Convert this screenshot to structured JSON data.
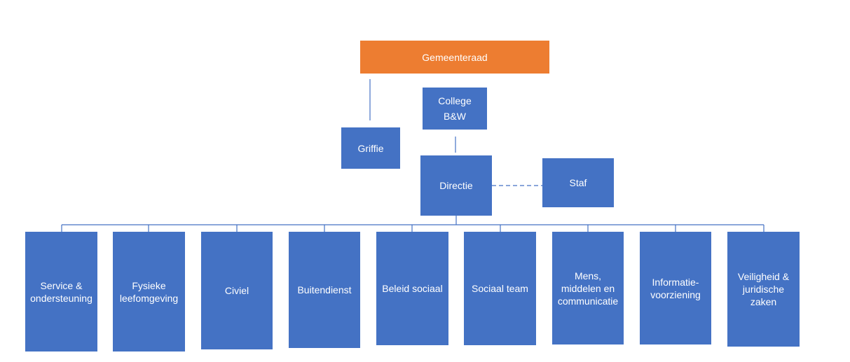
{
  "top": {
    "label": "Gemeenteraad",
    "color": "#ed7d31"
  },
  "college": {
    "label": "College\nB&W"
  },
  "griffie": {
    "label": "Griffie"
  },
  "directie": {
    "label": "Directie"
  },
  "staf": {
    "label": "Staf"
  },
  "departments": [
    {
      "label": "Service &\nondersteuning"
    },
    {
      "label": "Fysieke\nleefomgeving"
    },
    {
      "label": "Civiel"
    },
    {
      "label": "Buitendienst"
    },
    {
      "label": "Beleid sociaal"
    },
    {
      "label": "Sociaal team"
    },
    {
      "label": "Mens,\nmiddelen en\ncommunicatie"
    },
    {
      "label": "Informatie-\nvoorziening"
    },
    {
      "label": "Veiligheid &\njuridische\nzaken"
    }
  ],
  "colors": {
    "box": "#4472c4",
    "line": "#4472c4",
    "top": "#ed7d31"
  }
}
